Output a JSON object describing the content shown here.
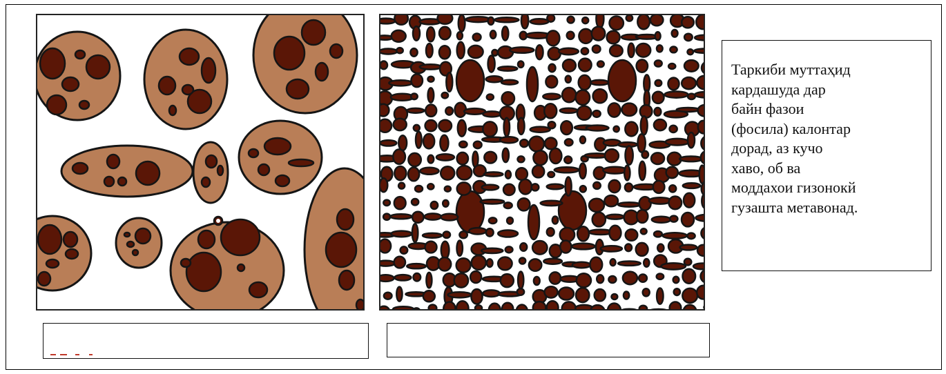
{
  "figure": {
    "description_lines": [
      "Таркиби муттаҳид",
      "кардашуда дар",
      "байн фазои",
      "(фосила) калонтар",
      "дорад, аз кучо",
      "хаво, об ва",
      "моддахои гизонокй",
      "гузашта метавонад."
    ],
    "caption_left": "",
    "caption_right": ""
  },
  "colors": {
    "aggregate_fill": "#b97e57",
    "particle_fill": "#5a1606",
    "outline": "#151515",
    "background": "#ffffff"
  }
}
